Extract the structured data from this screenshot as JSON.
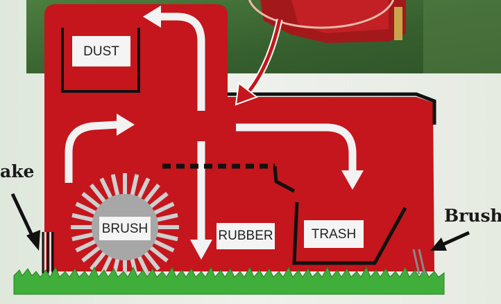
{
  "labels": {
    "dust": "DUST",
    "brush": "BRUSH",
    "rubber": "RUBBER",
    "trash": "TRASH",
    "rake_partial": "ake",
    "brush_outer": "Brush"
  },
  "colors": {
    "machine_red": "#c4161c",
    "outline": "#111111",
    "grass": "#3fae3a",
    "label_box": "#f4f4f4",
    "flow_arrow": "#f2f2f2",
    "brush_hub": "#a7a7a7",
    "background": "#e8ede4",
    "photo_grass": "#3f6b35"
  },
  "icons": {
    "flow_arrows": "flow-arrow",
    "callout_arrows": "pointer-arrow"
  }
}
